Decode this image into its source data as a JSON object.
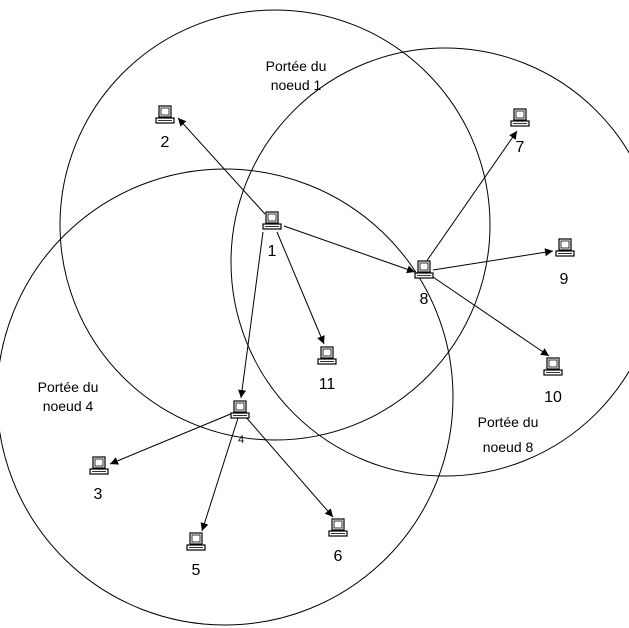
{
  "range_labels": {
    "node1": {
      "line1": "Portée du",
      "line2": "noeud 1"
    },
    "node4": {
      "line1": "Portée du",
      "line2": "noeud 4"
    },
    "node8": {
      "line1": "Portée du",
      "line2": "noeud 8"
    }
  },
  "nodes": {
    "n1": "1",
    "n2": "2",
    "n3": "3",
    "n4": "4",
    "n5": "5",
    "n6": "6",
    "n7": "7",
    "n8": "8",
    "n9": "9",
    "n10": "10",
    "n11": "11"
  },
  "edges": [
    [
      "1",
      "2"
    ],
    [
      "1",
      "8"
    ],
    [
      "1",
      "11"
    ],
    [
      "1",
      "4"
    ],
    [
      "8",
      "7"
    ],
    [
      "8",
      "9"
    ],
    [
      "8",
      "10"
    ],
    [
      "4",
      "3"
    ],
    [
      "4",
      "5"
    ],
    [
      "4",
      "6"
    ]
  ],
  "colors": {
    "stroke": "#000000",
    "background": "#ffffff"
  }
}
